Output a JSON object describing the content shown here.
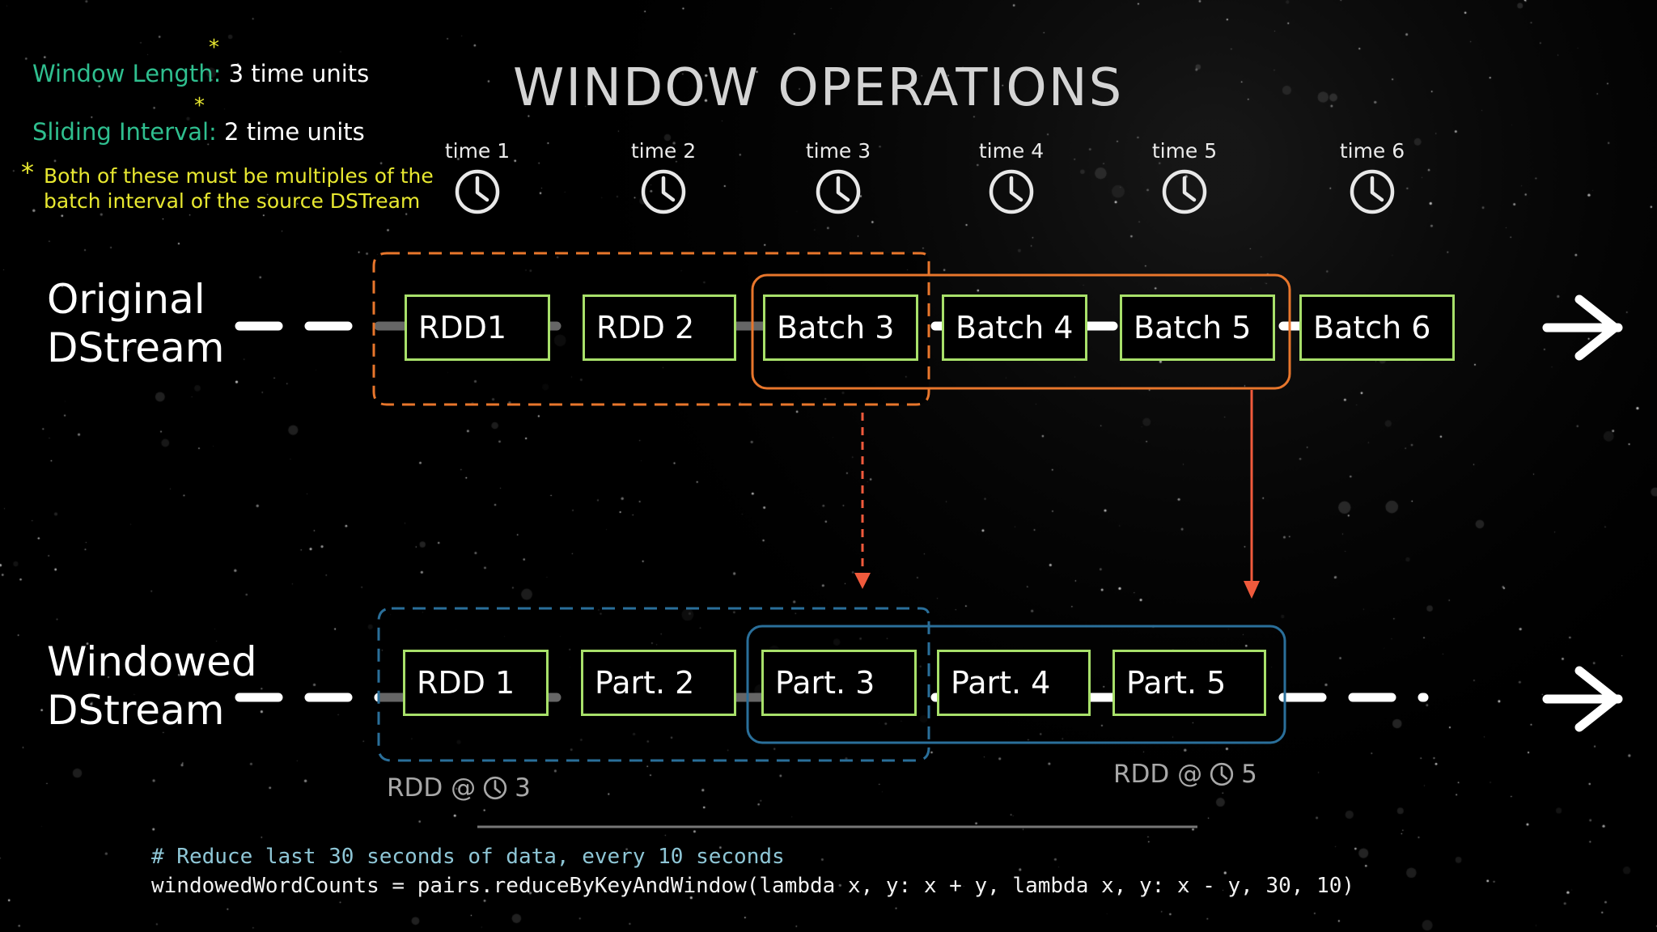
{
  "title": "WINDOW OPERATIONS",
  "definitions": {
    "window_length_term": "Window Length:",
    "window_length_value": "3 time units",
    "sliding_interval_term": "Sliding Interval:",
    "sliding_interval_value": "2 time units",
    "star": "*",
    "note_line1": "Both of these must be multiples of the",
    "note_line2": "batch interval of the source DSTream"
  },
  "timeline": [
    "time 1",
    "time 2",
    "time 3",
    "time 4",
    "time 5",
    "time 6"
  ],
  "original_stream": {
    "label_line1": "Original",
    "label_line2": "DStream",
    "items": [
      "RDD1",
      "RDD 2",
      "Batch 3",
      "Batch 4",
      "Batch 5",
      "Batch 6"
    ]
  },
  "windowed_stream": {
    "label_line1": "Windowed",
    "label_line2": "DStream",
    "items": [
      "RDD 1",
      "Part. 2",
      "Part. 3",
      "Part. 4",
      "Part. 5"
    ]
  },
  "captions": {
    "rdd_at_3_prefix": "RDD @",
    "rdd_at_3_time": "3",
    "rdd_at_5_prefix": "RDD @",
    "rdd_at_5_time": "5"
  },
  "code": {
    "comment": "# Reduce last 30 seconds of data, every 10 seconds",
    "line": "windowedWordCounts = pairs.reduceByKeyAndWindow(lambda x, y: x + y, lambda x, y: x - y, 30, 10)"
  },
  "colors": {
    "background": "#000000",
    "box_border": "#a8e06a",
    "window_orange": "#e8762c",
    "window_blue": "#2a6f9a",
    "term_green": "#2fbf8f",
    "note_yellow": "#e8e830",
    "arrow_red": "#f05a3c"
  },
  "icons": [
    "clock-icon",
    "arrow-right-icon"
  ]
}
